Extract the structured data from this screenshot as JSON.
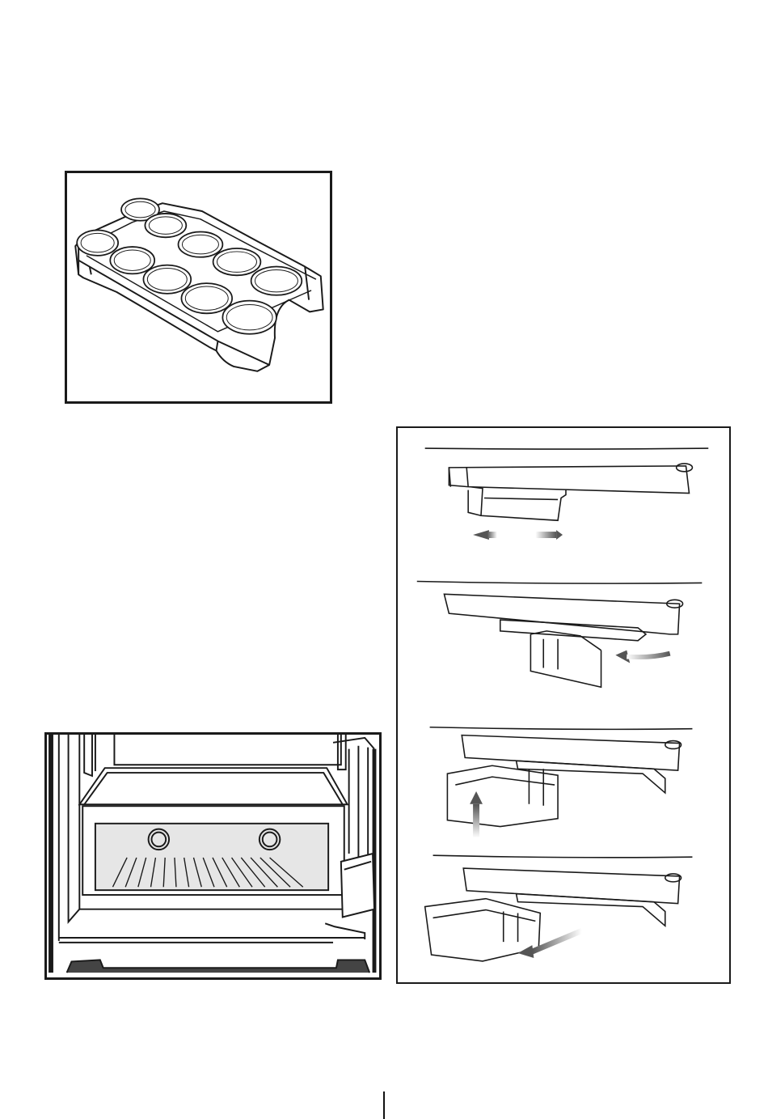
{
  "figures": [
    {
      "id": "egg-tray",
      "icon": "egg-tray-illustration",
      "caption": ""
    },
    {
      "id": "fridge-compartment",
      "icon": "freezer-drawer-illustration",
      "caption": ""
    },
    {
      "id": "drawer-steps",
      "icon": "shelf-drawer-install-steps",
      "caption": ""
    }
  ],
  "arrow_color": "#555555",
  "line_color": "#1a1a1a"
}
